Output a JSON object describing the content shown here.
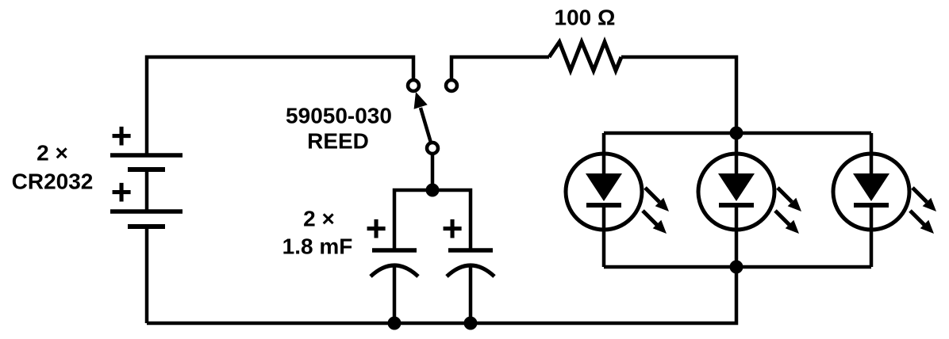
{
  "diagram": {
    "kind": "circuit-schematic",
    "ink_color": "#000000",
    "background_color": "#ffffff"
  },
  "battery": {
    "quantity_label": "2 ×",
    "model_label": "CR2032",
    "polarity_symbol": "+",
    "cell_count": 2
  },
  "reed_switch": {
    "part_number_label": "59050-030",
    "type_label": "REED"
  },
  "capacitor_bank": {
    "quantity_label": "2 ×",
    "value_label": "1.8 mF",
    "polarity_symbol": "+",
    "capacitor_count": 2
  },
  "resistor": {
    "value_label": "100 Ω"
  },
  "led_array": {
    "led_count": 3
  }
}
